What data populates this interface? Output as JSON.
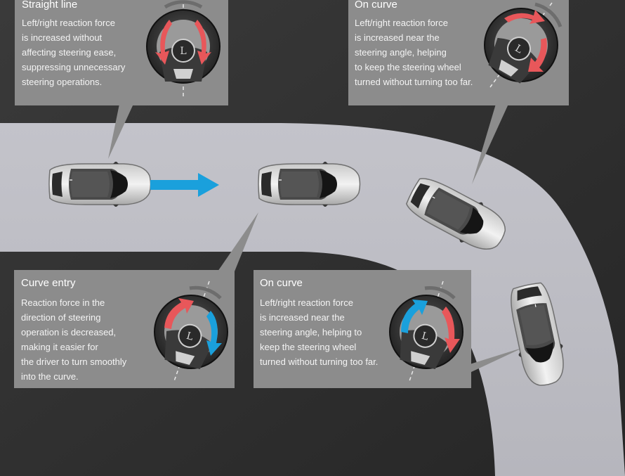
{
  "colors": {
    "background": "#2c2c2c",
    "road": "#bdbdc4",
    "panel": "#8c8c8c",
    "arrow_blue": "#1aa0dc",
    "arrow_red": "#e8575a",
    "text": "#ffffff"
  },
  "panels": {
    "straight": {
      "title": "Straight line",
      "body": "Left/right reaction force\nis increased without\naffecting steering ease,\nsuppressing unnecessary\nsteering operations."
    },
    "on_curve_top": {
      "title": "On curve",
      "body": "Left/right reaction force\nis increased near the\nsteering angle, helping\nto keep the steering wheel\nturned without turning too far."
    },
    "curve_entry": {
      "title": "Curve entry",
      "body": "Reaction force in the\ndirection of steering\noperation is decreased,\nmaking it easier for\nthe driver to turn smoothly\ninto the curve."
    },
    "on_curve_bottom": {
      "title": "On curve",
      "body": "Left/right reaction force\nis increased near the\nsteering angle, helping to\n   keep the steering wheel\nturned without turning too far."
    }
  },
  "icons": {
    "direction_arrow": "right-arrow-icon",
    "steering_wheel": "steering-wheel-icon",
    "car": "car-top-view-icon",
    "red_arrows": "reaction-force-increase",
    "blue_arrow": "reaction-force-decrease"
  }
}
